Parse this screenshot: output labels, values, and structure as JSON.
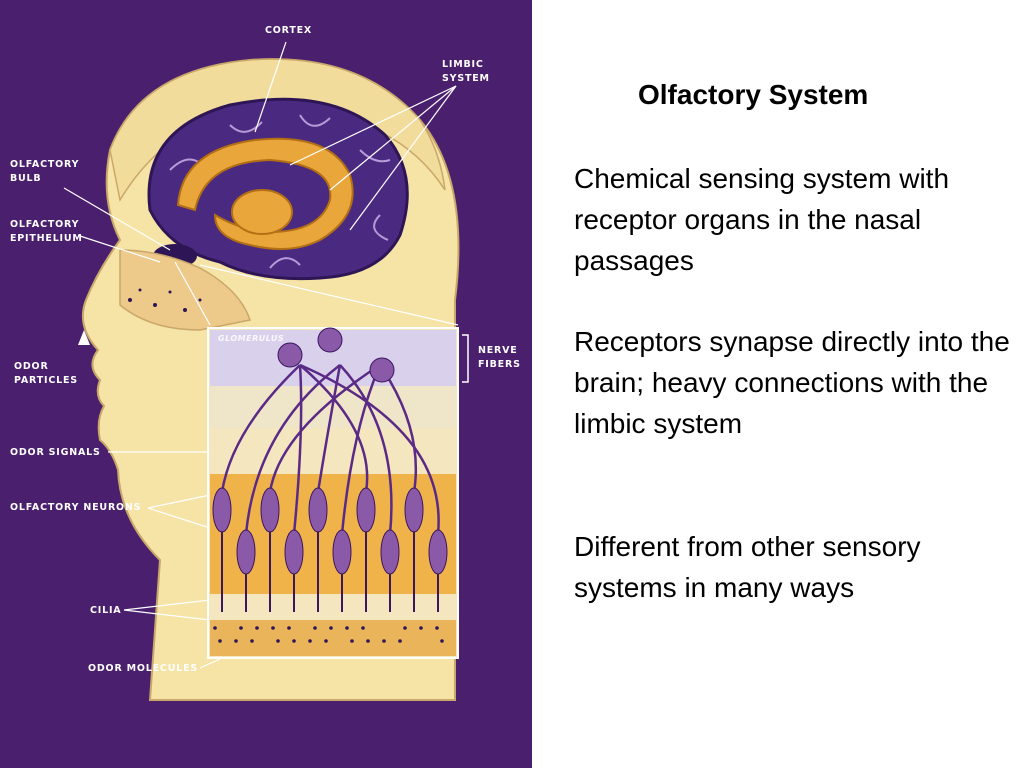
{
  "slide": {
    "title": "Olfactory System",
    "paragraphs": [
      "Chemical sensing system with receptor organs in the nasal passages",
      "Receptors synapse directly into the brain; heavy connections with the limbic system",
      "Different from other sensory systems in many ways"
    ]
  },
  "figure": {
    "labels": {
      "cortex": "CORTEX",
      "limbic_system": "LIMBIC\nSYSTEM",
      "olfactory_bulb": "OLFACTORY\nBULB",
      "olfactory_epithelium": "OLFACTORY\nEPITHELIUM",
      "odor_particles": "ODOR\nPARTICLES",
      "odor_signals": "ODOR SIGNALS",
      "olfactory_neurons": "OLFACTORY NEURONS",
      "cilia": "CILIA",
      "odor_molecules": "ODOR MOLECULES",
      "nerve_fibers": "NERVE\nFIBERS",
      "glomerulus": "GLOMERULUS"
    },
    "colors": {
      "background": "#4a1f6e",
      "skin": "#f6e3a6",
      "brain": "#4a2a80",
      "limbic": "#e9a63b",
      "neuron": "#8a5aa8"
    }
  }
}
